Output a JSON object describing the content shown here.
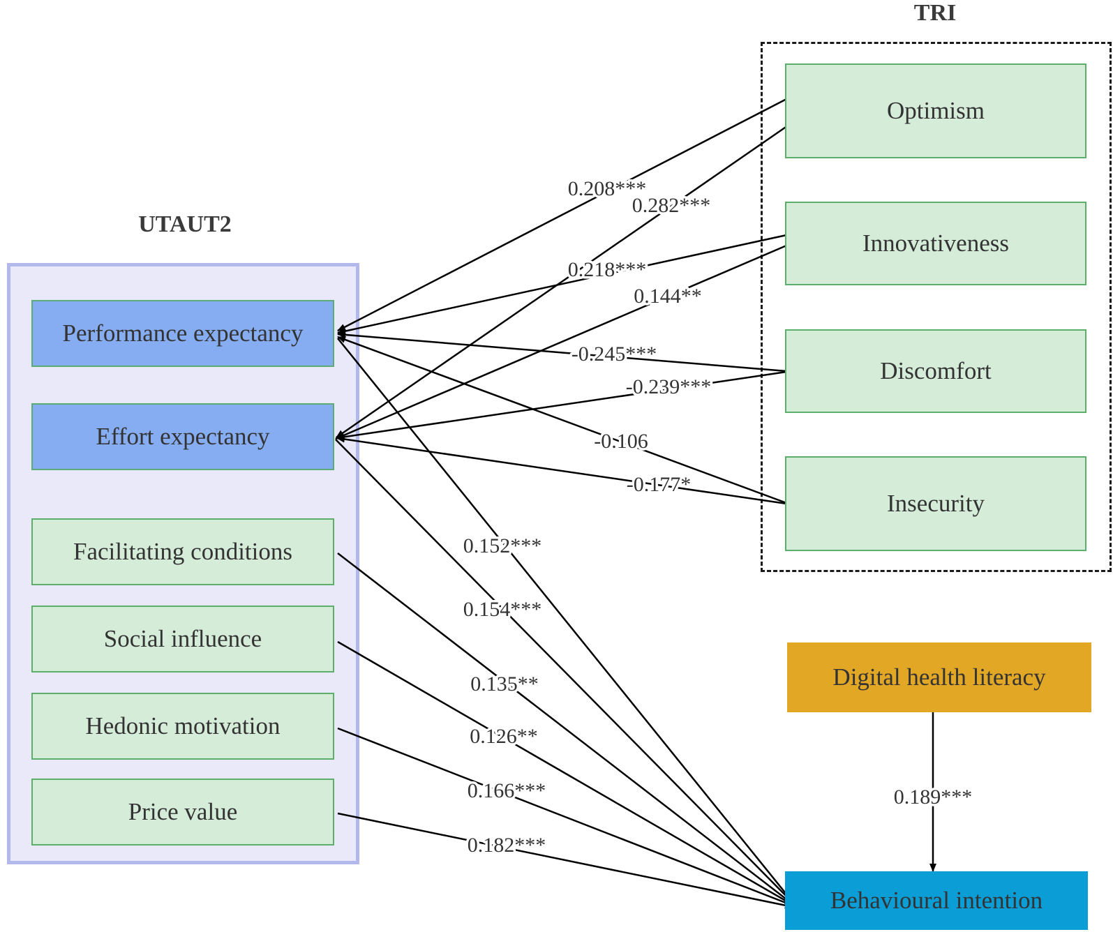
{
  "groups": {
    "utaut2": "UTAUT2",
    "tri": "TRI"
  },
  "nodes": {
    "performance_expectancy": "Performance expectancy",
    "effort_expectancy": "Effort expectancy",
    "facilitating_conditions": "Facilitating conditions",
    "social_influence": "Social influence",
    "hedonic_motivation": "Hedonic motivation",
    "price_value": "Price value",
    "optimism": "Optimism",
    "innovativeness": "Innovativeness",
    "discomfort": "Discomfort",
    "insecurity": "Insecurity",
    "digital_health_literacy": "Digital health literacy",
    "behavioural_intention": "Behavioural intention"
  },
  "colors": {
    "utaut_panel_fill": "#e9e9f9",
    "utaut_panel_border": "#b2b8ec",
    "expectancy_fill": "#86acf2",
    "construct_fill": "#d5ecd9",
    "literacy_fill": "#e3a726",
    "intention_fill": "#0a9dd6"
  },
  "paths": [
    {
      "from": "optimism",
      "to": "performance_expectancy",
      "label": "0.208***"
    },
    {
      "from": "optimism",
      "to": "effort_expectancy",
      "label": "0.282***"
    },
    {
      "from": "innovativeness",
      "to": "performance_expectancy",
      "label": "0.218***"
    },
    {
      "from": "innovativeness",
      "to": "effort_expectancy",
      "label": "0.144**"
    },
    {
      "from": "discomfort",
      "to": "performance_expectancy",
      "label": "-0.245***"
    },
    {
      "from": "discomfort",
      "to": "effort_expectancy",
      "label": "-0.239***"
    },
    {
      "from": "insecurity",
      "to": "performance_expectancy",
      "label": "-0.106"
    },
    {
      "from": "insecurity",
      "to": "effort_expectancy",
      "label": "-0.177*"
    },
    {
      "from": "performance_expectancy",
      "to": "behavioural_intention",
      "label": "0.152***"
    },
    {
      "from": "effort_expectancy",
      "to": "behavioural_intention",
      "label": "0.154***"
    },
    {
      "from": "facilitating_conditions",
      "to": "behavioural_intention",
      "label": "0.135**"
    },
    {
      "from": "social_influence",
      "to": "behavioural_intention",
      "label": "0.126**"
    },
    {
      "from": "hedonic_motivation",
      "to": "behavioural_intention",
      "label": "0.166***"
    },
    {
      "from": "price_value",
      "to": "behavioural_intention",
      "label": "0.182***"
    },
    {
      "from": "digital_health_literacy",
      "to": "behavioural_intention",
      "label": "0.189***"
    }
  ]
}
